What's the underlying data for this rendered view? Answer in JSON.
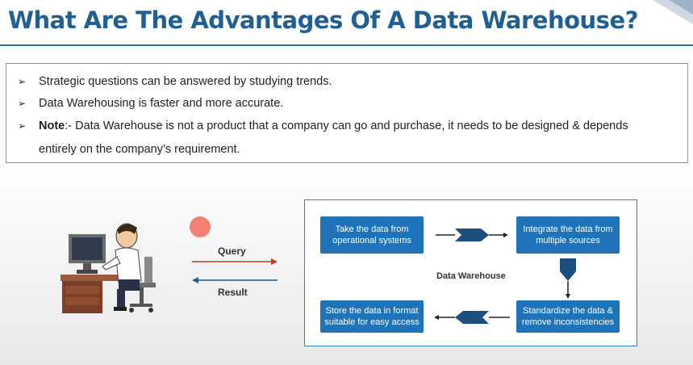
{
  "title": "What Are The Advantages Of A Data Warehouse?",
  "bullets": {
    "arrow": "➢",
    "item1": "Strategic questions can be answered by studying trends.",
    "item2": "Data Warehousing is faster and more accurate.",
    "note_label": "Note",
    "item3_line1": ":- Data Warehouse is not a product that a company can go and purchase, it needs to be designed & depends",
    "item3_line2": "entirely on the company’s requirement."
  },
  "diagram": {
    "query_label": "Query",
    "result_label": "Result",
    "query_color": "#c0392b",
    "result_color": "#1f5f93",
    "center_label": "Data Warehouse",
    "step1": "Take the data from operational systems",
    "step2": "Integrate the data from multiple sources",
    "step3": "Standardize the data & remove inconsistencies",
    "step4": "Store the data in format suitable for easy access",
    "step_color": "#1e73b9"
  },
  "icons": {
    "user": "user-at-computer-icon",
    "pointer": "laser-pointer-icon"
  }
}
